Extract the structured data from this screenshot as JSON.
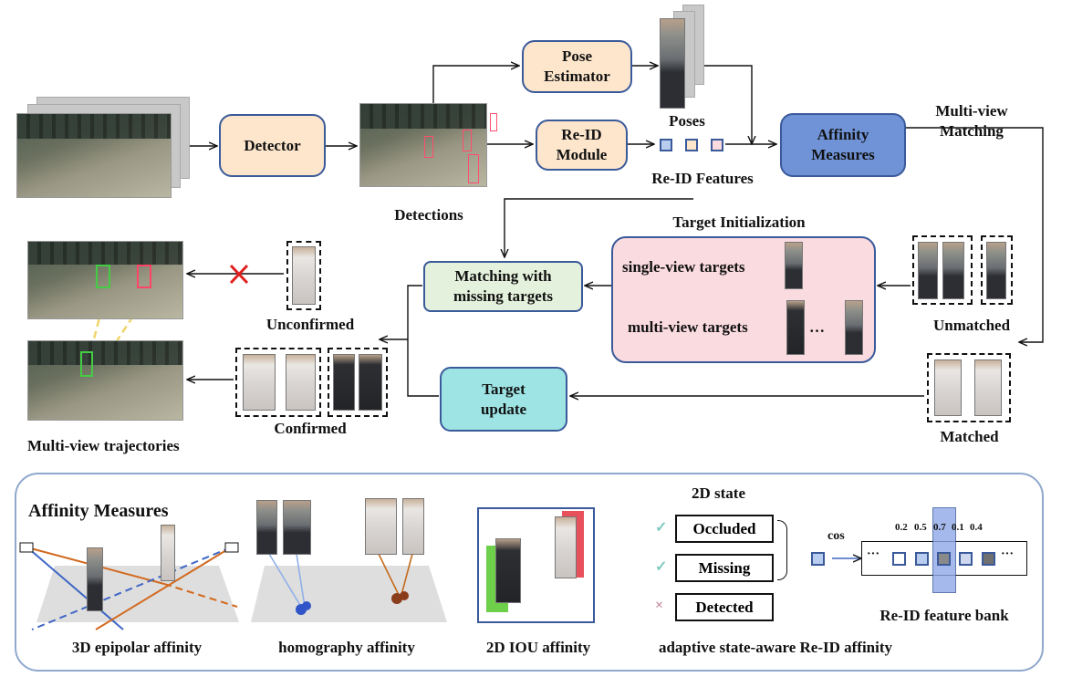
{
  "nodes": {
    "detector": "Detector",
    "pose_estimator": [
      "Pose",
      "Estimator"
    ],
    "reid_module": [
      "Re-ID",
      "Module"
    ],
    "affinity": [
      "Affinity",
      "Measures"
    ],
    "matching_missing": [
      "Matching with",
      "missing targets"
    ],
    "target_update": [
      "Target",
      "update"
    ]
  },
  "labels": {
    "poses": "Poses",
    "reid_features": "Re-ID Features",
    "detections": "Detections",
    "multiview_matching": [
      "Multi-view",
      "Matching"
    ],
    "target_init": "Target Initialization",
    "single_view": "single-view targets",
    "multi_view": "multi-view targets",
    "ellipsis": "…",
    "unmatched": "Unmatched",
    "matched": "Matched",
    "unconfirmed": "Unconfirmed",
    "confirmed": "Confirmed",
    "trajectories": "Multi-view trajectories"
  },
  "bottom_panel": {
    "title": "Affinity Measures",
    "epipolar": "3D epipolar affinity",
    "homography": "homography affinity",
    "iou": "2D IOU affinity",
    "state_title": "2D state",
    "states": [
      "Occluded",
      "Missing",
      "Detected"
    ],
    "cos": "cos",
    "bank_values": [
      "0.2",
      "0.5",
      "0.7",
      "0.1",
      "0.4"
    ],
    "bank_label": "Re-ID feature bank",
    "reid_affinity": "adaptive state-aware Re-ID affinity",
    "dots": "···"
  },
  "colors": {
    "orange_box": "#fde6cc",
    "blue_box": "#6f93d6",
    "green_box": "#e4f1dc",
    "cyan_box": "#9ee4e4",
    "pink_box": "#fadbe0",
    "reject": "#e02020",
    "epipolar_blue": "#3f67c4",
    "epipolar_orange": "#d2691e"
  }
}
